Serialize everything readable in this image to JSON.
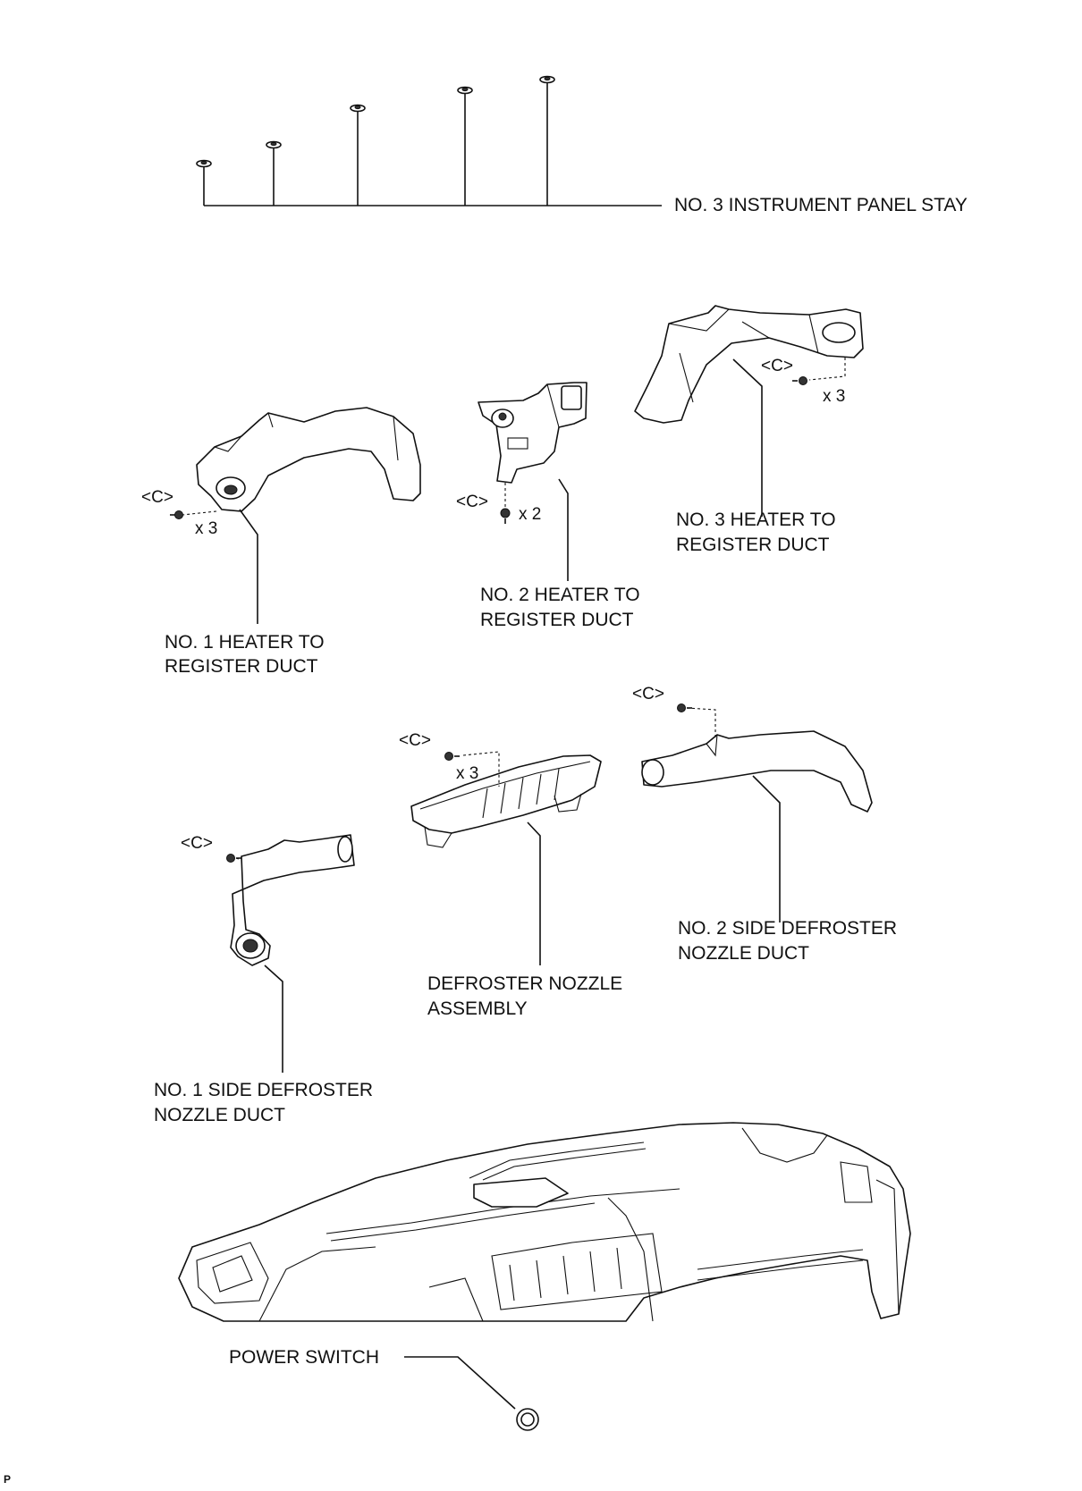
{
  "labels": {
    "stay": "NO. 3 INSTRUMENT PANEL STAY",
    "duct1_l1": "NO. 1 HEATER TO",
    "duct1_l2": "REGISTER DUCT",
    "duct2_l1": "NO. 2 HEATER TO",
    "duct2_l2": "REGISTER DUCT",
    "duct3_l1": "NO. 3 HEATER TO",
    "duct3_l2": "REGISTER DUCT",
    "defnozzle_l1": "DEFROSTER NOZZLE",
    "defnozzle_l2": "ASSEMBLY",
    "side1_l1": "NO. 1 SIDE DEFROSTER",
    "side1_l2": "NOZZLE DUCT",
    "side2_l1": "NO. 2 SIDE DEFROSTER",
    "side2_l2": "NOZZLE DUCT",
    "power_switch": "POWER SWITCH"
  },
  "callouts": {
    "clip_code": "<C>",
    "qty_x3": "x 3",
    "qty_x2": "x 2"
  },
  "corner_mark": "P",
  "icons": [
    "clip-icon",
    "screw-icon",
    "heater-duct-icon",
    "defroster-nozzle-icon",
    "instrument-panel-icon",
    "power-switch-icon"
  ]
}
